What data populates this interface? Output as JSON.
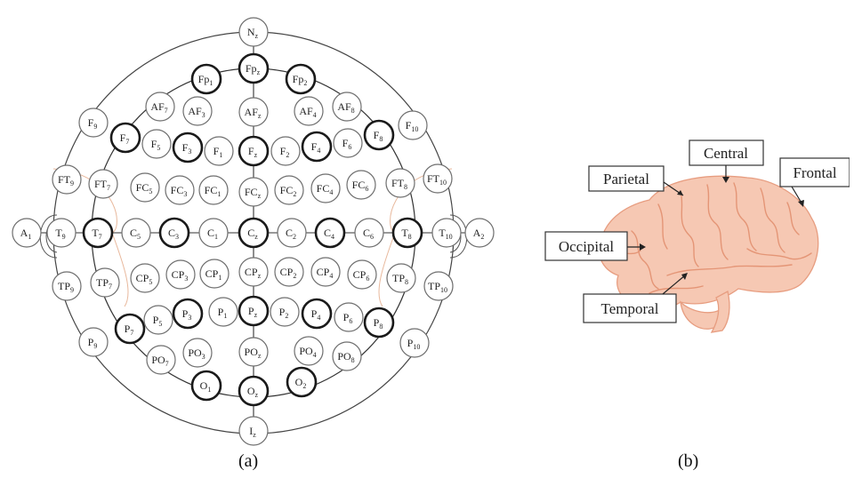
{
  "figure": {
    "panel_a": {
      "caption": "(a)",
      "electrodes": [
        {
          "id": "Nz",
          "base": "N",
          "sub": "z",
          "bold": false
        },
        {
          "id": "Fp1",
          "base": "Fp",
          "sub": "1",
          "bold": true
        },
        {
          "id": "Fpz",
          "base": "Fp",
          "sub": "z",
          "bold": true
        },
        {
          "id": "Fp2",
          "base": "Fp",
          "sub": "2",
          "bold": true
        },
        {
          "id": "AF7",
          "base": "AF",
          "sub": "7",
          "bold": false
        },
        {
          "id": "AF3",
          "base": "AF",
          "sub": "3",
          "bold": false
        },
        {
          "id": "AFz",
          "base": "AF",
          "sub": "z",
          "bold": false
        },
        {
          "id": "AF4",
          "base": "AF",
          "sub": "4",
          "bold": false
        },
        {
          "id": "AF8",
          "base": "AF",
          "sub": "8",
          "bold": false
        },
        {
          "id": "F9",
          "base": "F",
          "sub": "9",
          "bold": false
        },
        {
          "id": "F7",
          "base": "F",
          "sub": "7",
          "bold": true
        },
        {
          "id": "F5",
          "base": "F",
          "sub": "5",
          "bold": false
        },
        {
          "id": "F3",
          "base": "F",
          "sub": "3",
          "bold": true
        },
        {
          "id": "F1",
          "base": "F",
          "sub": "1",
          "bold": false
        },
        {
          "id": "Fz",
          "base": "F",
          "sub": "z",
          "bold": true
        },
        {
          "id": "F2",
          "base": "F",
          "sub": "2",
          "bold": false
        },
        {
          "id": "F4",
          "base": "F",
          "sub": "4",
          "bold": true
        },
        {
          "id": "F6",
          "base": "F",
          "sub": "6",
          "bold": false
        },
        {
          "id": "F8",
          "base": "F",
          "sub": "8",
          "bold": true
        },
        {
          "id": "F10",
          "base": "F",
          "sub": "10",
          "bold": false
        },
        {
          "id": "FT9",
          "base": "FT",
          "sub": "9",
          "bold": false
        },
        {
          "id": "FT7",
          "base": "FT",
          "sub": "7",
          "bold": false
        },
        {
          "id": "FC5",
          "base": "FC",
          "sub": "5",
          "bold": false
        },
        {
          "id": "FC3",
          "base": "FC",
          "sub": "3",
          "bold": false
        },
        {
          "id": "FC1",
          "base": "FC",
          "sub": "1",
          "bold": false
        },
        {
          "id": "FCz",
          "base": "FC",
          "sub": "z",
          "bold": false
        },
        {
          "id": "FC2",
          "base": "FC",
          "sub": "2",
          "bold": false
        },
        {
          "id": "FC4",
          "base": "FC",
          "sub": "4",
          "bold": false
        },
        {
          "id": "FC6",
          "base": "FC",
          "sub": "6",
          "bold": false
        },
        {
          "id": "FT8",
          "base": "FT",
          "sub": "8",
          "bold": false
        },
        {
          "id": "FT10",
          "base": "FT",
          "sub": "10",
          "bold": false
        },
        {
          "id": "A1",
          "base": "A",
          "sub": "1",
          "bold": false
        },
        {
          "id": "T9",
          "base": "T",
          "sub": "9",
          "bold": false
        },
        {
          "id": "T7",
          "base": "T",
          "sub": "7",
          "bold": true
        },
        {
          "id": "C5",
          "base": "C",
          "sub": "5",
          "bold": false
        },
        {
          "id": "C3",
          "base": "C",
          "sub": "3",
          "bold": true
        },
        {
          "id": "C1",
          "base": "C",
          "sub": "1",
          "bold": false
        },
        {
          "id": "Cz",
          "base": "C",
          "sub": "z",
          "bold": true
        },
        {
          "id": "C2",
          "base": "C",
          "sub": "2",
          "bold": false
        },
        {
          "id": "C4",
          "base": "C",
          "sub": "4",
          "bold": true
        },
        {
          "id": "C6",
          "base": "C",
          "sub": "6",
          "bold": false
        },
        {
          "id": "T8",
          "base": "T",
          "sub": "8",
          "bold": true
        },
        {
          "id": "T10",
          "base": "T",
          "sub": "10",
          "bold": false
        },
        {
          "id": "A2",
          "base": "A",
          "sub": "2",
          "bold": false
        },
        {
          "id": "TP9",
          "base": "TP",
          "sub": "9",
          "bold": false
        },
        {
          "id": "TP7",
          "base": "TP",
          "sub": "7",
          "bold": false
        },
        {
          "id": "CP5",
          "base": "CP",
          "sub": "5",
          "bold": false
        },
        {
          "id": "CP3",
          "base": "CP",
          "sub": "3",
          "bold": false
        },
        {
          "id": "CP1",
          "base": "CP",
          "sub": "1",
          "bold": false
        },
        {
          "id": "CPz",
          "base": "CP",
          "sub": "z",
          "bold": false
        },
        {
          "id": "CP2",
          "base": "CP",
          "sub": "2",
          "bold": false
        },
        {
          "id": "CP4",
          "base": "CP",
          "sub": "4",
          "bold": false
        },
        {
          "id": "CP6",
          "base": "CP",
          "sub": "6",
          "bold": false
        },
        {
          "id": "TP8",
          "base": "TP",
          "sub": "8",
          "bold": false
        },
        {
          "id": "TP10",
          "base": "TP",
          "sub": "10",
          "bold": false
        },
        {
          "id": "P9",
          "base": "P",
          "sub": "9",
          "bold": false
        },
        {
          "id": "P7",
          "base": "P",
          "sub": "7",
          "bold": true
        },
        {
          "id": "P5",
          "base": "P",
          "sub": "5",
          "bold": false
        },
        {
          "id": "P3",
          "base": "P",
          "sub": "3",
          "bold": true
        },
        {
          "id": "P1",
          "base": "P",
          "sub": "1",
          "bold": false
        },
        {
          "id": "Pz",
          "base": "P",
          "sub": "z",
          "bold": true
        },
        {
          "id": "P2",
          "base": "P",
          "sub": "2",
          "bold": false
        },
        {
          "id": "P4",
          "base": "P",
          "sub": "4",
          "bold": true
        },
        {
          "id": "P6",
          "base": "P",
          "sub": "6",
          "bold": false
        },
        {
          "id": "P8",
          "base": "P",
          "sub": "8",
          "bold": true
        },
        {
          "id": "P10",
          "base": "P",
          "sub": "10",
          "bold": false
        },
        {
          "id": "PO7",
          "base": "PO",
          "sub": "7",
          "bold": false
        },
        {
          "id": "PO3",
          "base": "PO",
          "sub": "3",
          "bold": false
        },
        {
          "id": "POz",
          "base": "PO",
          "sub": "z",
          "bold": false
        },
        {
          "id": "PO4",
          "base": "PO",
          "sub": "4",
          "bold": false
        },
        {
          "id": "PO8",
          "base": "PO",
          "sub": "8",
          "bold": false
        },
        {
          "id": "O1",
          "base": "O",
          "sub": "1",
          "bold": true
        },
        {
          "id": "Oz",
          "base": "O",
          "sub": "z",
          "bold": true
        },
        {
          "id": "O2",
          "base": "O",
          "sub": "2",
          "bold": true
        },
        {
          "id": "Iz",
          "base": "I",
          "sub": "z",
          "bold": false
        }
      ]
    },
    "panel_b": {
      "caption": "(b)",
      "lobes": {
        "parietal": "Parietal",
        "central": "Central",
        "frontal": "Frontal",
        "occipital": "Occipital",
        "temporal": "Temporal"
      },
      "colors": {
        "brain_fill": "#f6c8b3",
        "brain_outline": "#e79d80"
      }
    }
  }
}
